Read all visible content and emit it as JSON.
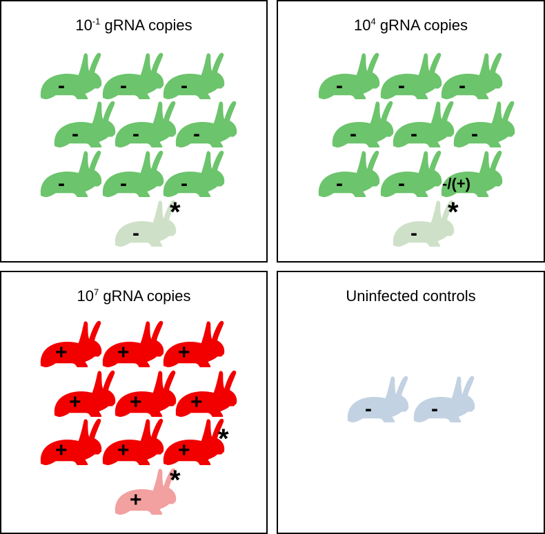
{
  "colors": {
    "green": "#6cc46c",
    "pale_green": "#cfe0c8",
    "red": "#f20000",
    "pink": "#f2a0a0",
    "blue": "#c2d2e2"
  },
  "icon": "rabbit-icon",
  "panels": [
    {
      "title_base": "10",
      "title_sup": "-1",
      "title_rest": " gRNA copies",
      "rabbits": [
        {
          "sign": "-"
        },
        {
          "sign": "-"
        },
        {
          "sign": "-"
        },
        {
          "sign": "-"
        },
        {
          "sign": "-"
        },
        {
          "sign": "-"
        },
        {
          "sign": "-"
        },
        {
          "sign": "-"
        },
        {
          "sign": "-"
        },
        {
          "sign": "-",
          "star": "*"
        }
      ]
    },
    {
      "title_base": "10",
      "title_sup": "4",
      "title_rest": " gRNA copies",
      "rabbits": [
        {
          "sign": "-"
        },
        {
          "sign": "-"
        },
        {
          "sign": "-"
        },
        {
          "sign": "-"
        },
        {
          "sign": "-"
        },
        {
          "sign": "-"
        },
        {
          "sign": "-"
        },
        {
          "sign": "-"
        },
        {
          "sign": "-/(+)"
        },
        {
          "sign": "-",
          "star": "*"
        }
      ]
    },
    {
      "title_base": "10",
      "title_sup": "7",
      "title_rest": " gRNA copies",
      "rabbits": [
        {
          "sign": "+"
        },
        {
          "sign": "+"
        },
        {
          "sign": "+"
        },
        {
          "sign": "+"
        },
        {
          "sign": "+"
        },
        {
          "sign": "+"
        },
        {
          "sign": "+"
        },
        {
          "sign": "+"
        },
        {
          "sign": "+",
          "star": "*"
        },
        {
          "sign": "+",
          "star": "*"
        }
      ]
    },
    {
      "title_base": "Uninfected controls",
      "title_sup": "",
      "title_rest": "",
      "rabbits": [
        {
          "sign": "-"
        },
        {
          "sign": "-"
        }
      ]
    }
  ]
}
